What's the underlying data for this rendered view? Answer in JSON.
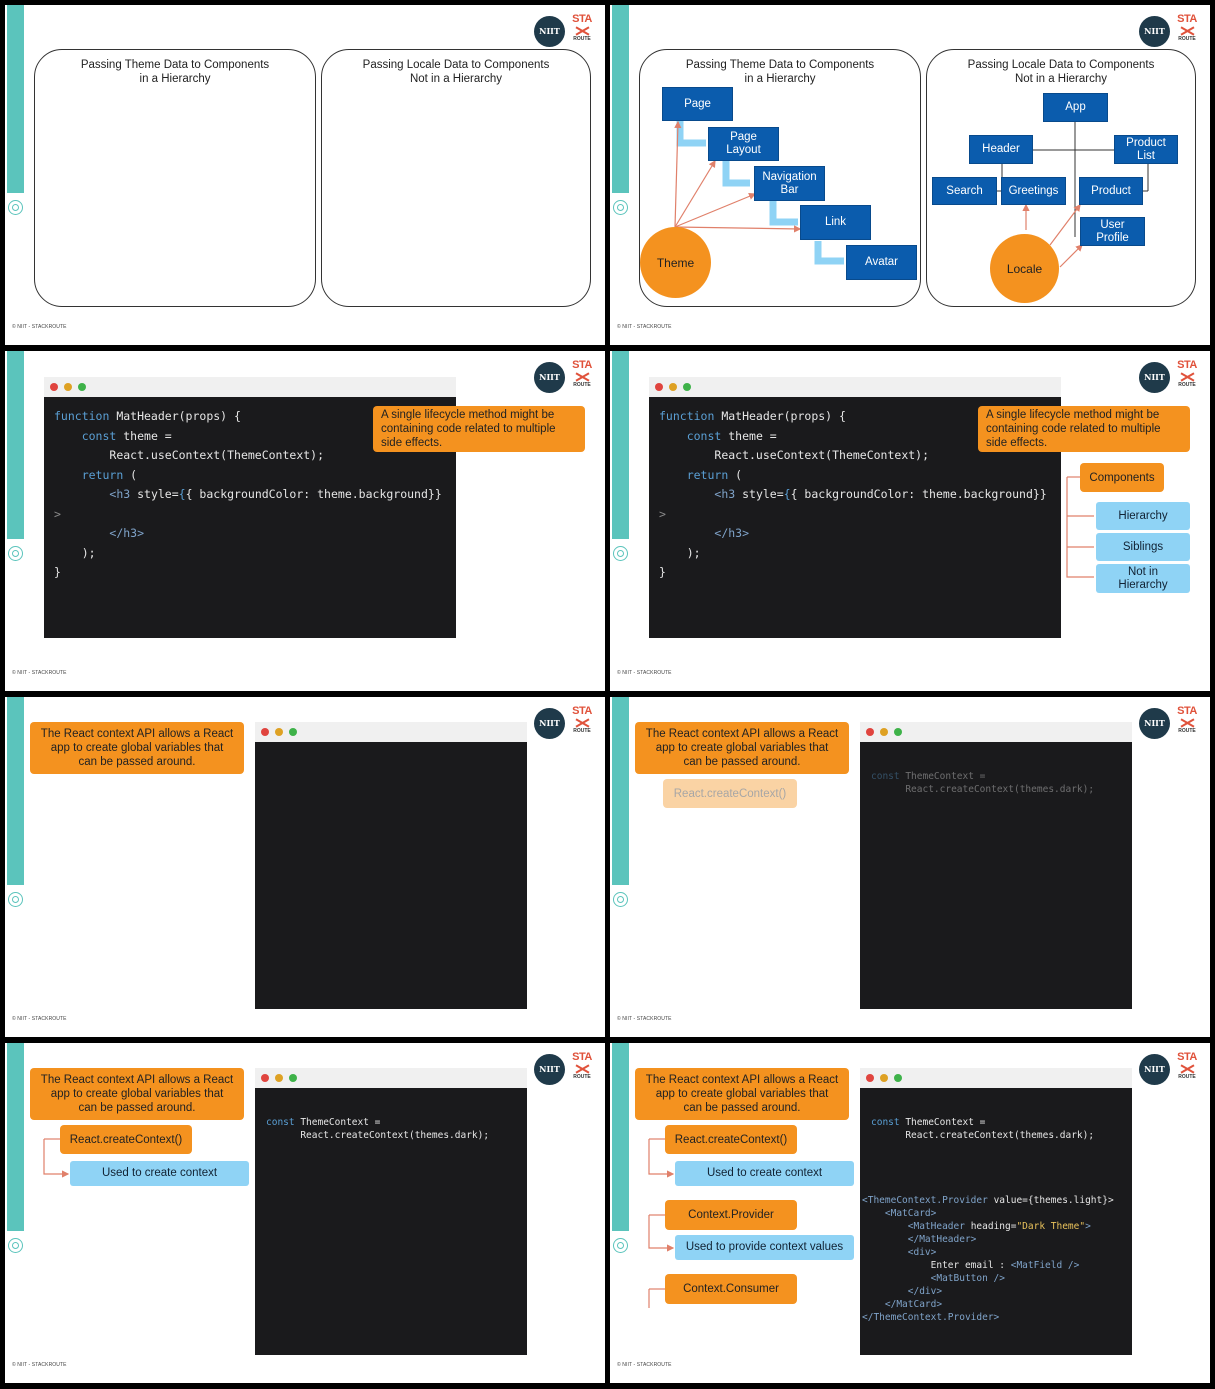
{
  "brand": {
    "niit": "NIIT",
    "sr_top": "STA",
    "sr_bottom": "ROUTE",
    "footer": "© NIIT - STACKROUTE",
    "colors": {
      "teal": "#5bc4bc",
      "orange": "#f4921f",
      "blue": "#0b5cad",
      "light_blue": "#8fd3f5",
      "code_bg": "#1a1a1c"
    }
  },
  "hierarchy": {
    "theme_title_1": "Passing Theme Data to Components",
    "theme_title_2": "in a Hierarchy",
    "locale_title_1": "Passing Locale Data to Components",
    "locale_title_2": "Not in a Hierarchy",
    "theme_tree": {
      "page": "Page",
      "page_layout_1": "Page",
      "page_layout_2": "Layout",
      "navigation_1": "Navigation",
      "navigation_2": "Bar",
      "link": "Link",
      "avatar": "Avatar",
      "theme": "Theme"
    },
    "locale_tree": {
      "app": "App",
      "header": "Header",
      "product_list_1": "Product",
      "product_list_2": "List",
      "search": "Search",
      "greetings": "Greetings",
      "product": "Product",
      "user_profile_1": "User",
      "user_profile_2": "Profile",
      "locale": "Locale"
    }
  },
  "code_slides": {
    "line1_kw": "function",
    "line1_rest": " MatHeader(props) {",
    "line2_kw": "const",
    "line2_rest": " theme =",
    "line3": "React.useContext(ThemeContext);",
    "line4_kw": "return",
    "line4_rest": " (",
    "line5_tag": "<h3",
    "line5_attr": " style=",
    "line5_brace": "{",
    "line5_rest": "{ backgroundColor: theme.background}}",
    "line6": ">",
    "line7": "</h3>",
    "line8": ");",
    "line9": "}",
    "callout_1": "A single lifecycle method might be",
    "callout_2": "containing code related to multiple",
    "callout_3": "side effects.",
    "components": "Components",
    "hierarchy": "Hierarchy",
    "siblings": "Siblings",
    "not_in_1": "Not in",
    "not_in_2": "Hierarchy"
  },
  "context_slides": {
    "intro_1": "The React context API allows a React",
    "intro_2": "app to create global variables that",
    "intro_3": "can be passed around.",
    "create_context": "React.createContext()",
    "used_create": "Used to create context",
    "provider": "Context.Provider",
    "used_provide": "Used to provide context values",
    "consumer": "Context.Consumer",
    "code": {
      "l1_kw": "const",
      "l1_rest": " ThemeContext =",
      "l2": "React.createContext(themes.dark);",
      "p1_tag": "<ThemeContext.Provider",
      "p1_rest": " value={themes.light}>",
      "p2": "<MatCard>",
      "p3_tag": "<MatHeader",
      "p3_attr": " heading=",
      "p3_str": "\"Dark Theme\"",
      "p3_end": ">",
      "p4": "</MatHeader>",
      "p5": "<div>",
      "p6_text": "Enter email : ",
      "p6_tag": "<MatField />",
      "p7": "<MatButton />",
      "p8": "</div>",
      "p9": "</MatCard>",
      "p10": "</ThemeContext.Provider>"
    }
  }
}
